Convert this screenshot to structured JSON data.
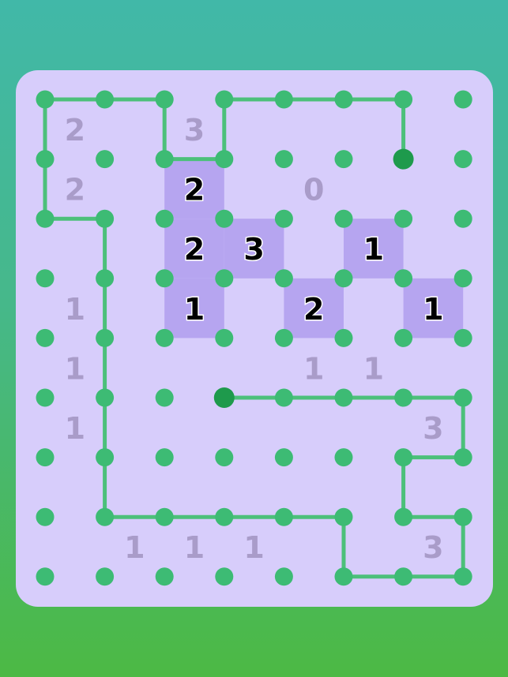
{
  "colors": {
    "board": "#d7cdfb",
    "highlight": "#b6a5f0",
    "dot": "#3dbb74",
    "endpoint": "#1e9a4c",
    "line": "#4cc07a"
  },
  "grid": {
    "cols": 7,
    "rows": 8
  },
  "clues": [
    {
      "col": 0,
      "row": 0,
      "value": "2",
      "highlighted": false
    },
    {
      "col": 2,
      "row": 0,
      "value": "3",
      "highlighted": false
    },
    {
      "col": 0,
      "row": 1,
      "value": "2",
      "highlighted": false
    },
    {
      "col": 2,
      "row": 1,
      "value": "2",
      "highlighted": true
    },
    {
      "col": 4,
      "row": 1,
      "value": "0",
      "highlighted": false
    },
    {
      "col": 2,
      "row": 2,
      "value": "2",
      "highlighted": true
    },
    {
      "col": 3,
      "row": 2,
      "value": "3",
      "highlighted": true
    },
    {
      "col": 5,
      "row": 2,
      "value": "1",
      "highlighted": true
    },
    {
      "col": 0,
      "row": 3,
      "value": "1",
      "highlighted": false
    },
    {
      "col": 2,
      "row": 3,
      "value": "1",
      "highlighted": true
    },
    {
      "col": 4,
      "row": 3,
      "value": "2",
      "highlighted": true
    },
    {
      "col": 6,
      "row": 3,
      "value": "1",
      "highlighted": true
    },
    {
      "col": 0,
      "row": 4,
      "value": "1",
      "highlighted": false
    },
    {
      "col": 4,
      "row": 4,
      "value": "1",
      "highlighted": false
    },
    {
      "col": 5,
      "row": 4,
      "value": "1",
      "highlighted": false
    },
    {
      "col": 0,
      "row": 5,
      "value": "1",
      "highlighted": false
    },
    {
      "col": 6,
      "row": 5,
      "value": "3",
      "highlighted": false
    },
    {
      "col": 1,
      "row": 7,
      "value": "1",
      "highlighted": false
    },
    {
      "col": 2,
      "row": 7,
      "value": "1",
      "highlighted": false
    },
    {
      "col": 3,
      "row": 7,
      "value": "1",
      "highlighted": false
    },
    {
      "col": 6,
      "row": 7,
      "value": "3",
      "highlighted": false
    }
  ],
  "path": [
    [
      6,
      1
    ],
    [
      6,
      0
    ],
    [
      3,
      0
    ],
    [
      3,
      1
    ],
    [
      2,
      1
    ],
    [
      2,
      0
    ],
    [
      0,
      0
    ],
    [
      0,
      2
    ],
    [
      1,
      2
    ],
    [
      1,
      7
    ],
    [
      5,
      7
    ],
    [
      5,
      8
    ],
    [
      7,
      8
    ],
    [
      7,
      7
    ],
    [
      6,
      7
    ],
    [
      6,
      6
    ],
    [
      7,
      6
    ],
    [
      7,
      5
    ],
    [
      3,
      5
    ]
  ],
  "endpoints": [
    [
      6,
      1
    ],
    [
      3,
      5
    ]
  ]
}
